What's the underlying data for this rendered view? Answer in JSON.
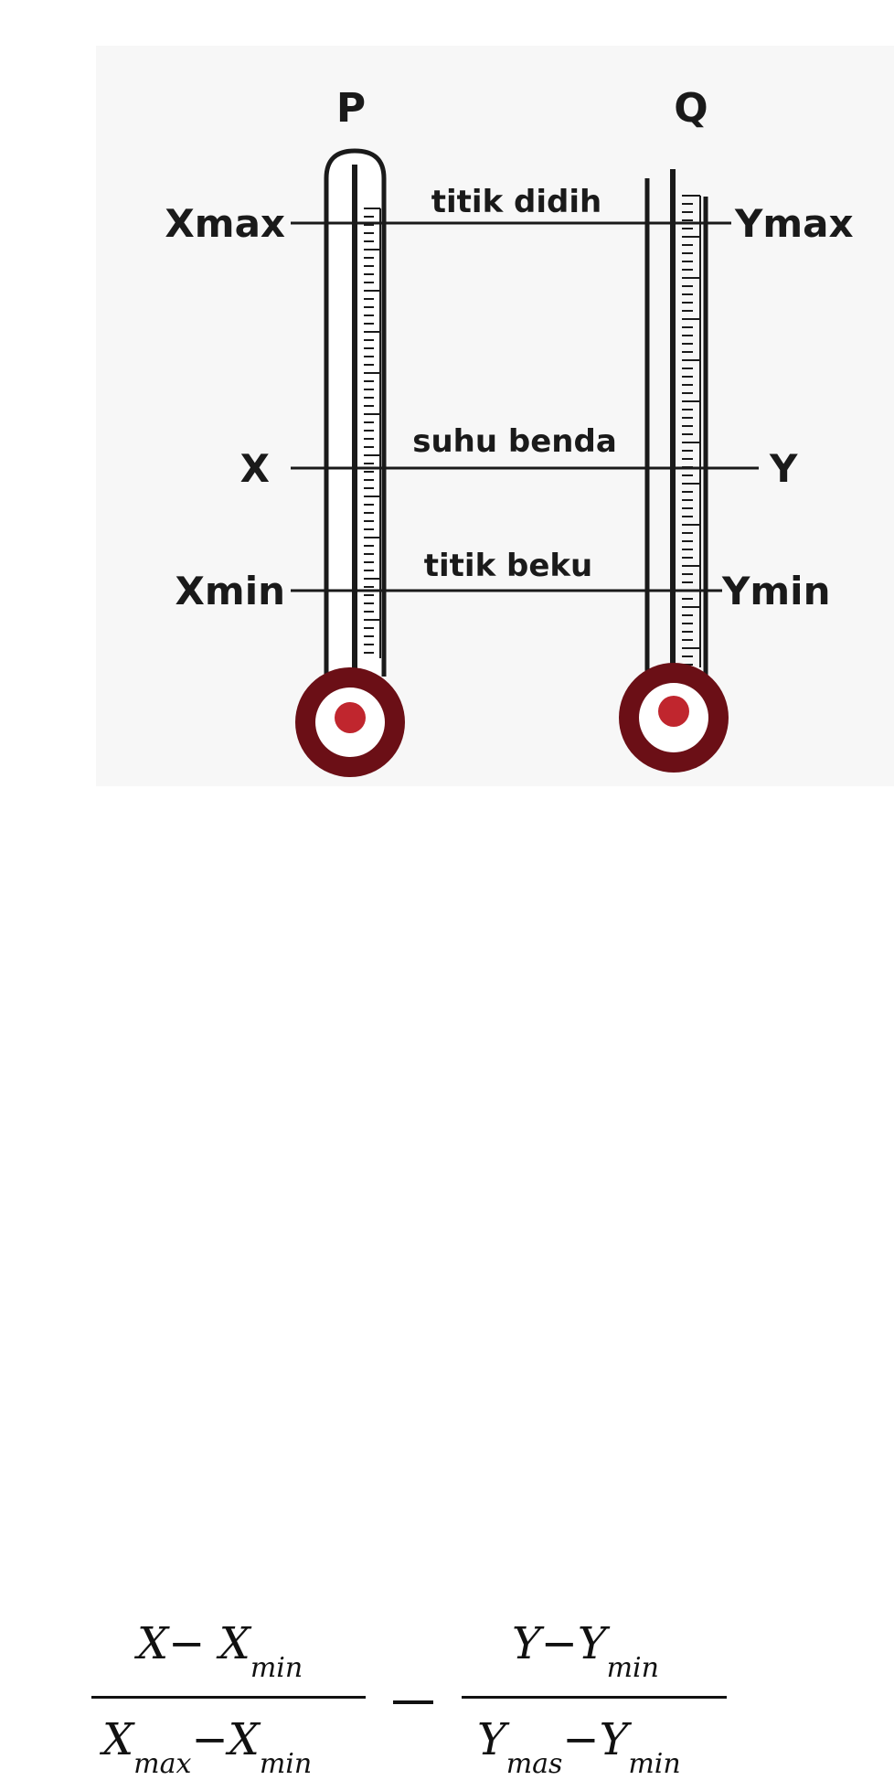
{
  "diagram": {
    "labels": {
      "thermo_p": "P",
      "thermo_q": "Q",
      "xmax": "Xmax",
      "x": "X",
      "xmin": "Xmin",
      "ymax": "Ymax",
      "y": "Y",
      "ymin": "Ymin",
      "boiling": "titik didih",
      "object_temp": "suhu benda",
      "freezing": "titik beku"
    },
    "colors": {
      "ink": "#1a1a1a",
      "bulb_ring": "#6b0f16",
      "bulb_core": "#c0262e",
      "background_panel": "#f7f7f7"
    }
  },
  "formula": {
    "left_num_a": "X",
    "left_num_op": "− ",
    "left_num_b": "X",
    "left_num_b_sub": "min",
    "left_den_a": "X",
    "left_den_a_sub": "max",
    "left_den_op": "−",
    "left_den_b": "X",
    "left_den_b_sub": "min",
    "right_num_a": "Y",
    "right_num_op": "−",
    "right_num_b": "Y",
    "right_num_b_sub": "min",
    "right_den_a": "Y",
    "right_den_a_sub": "mas",
    "right_den_op": "−",
    "right_den_b": "Y",
    "right_den_b_sub": "min"
  }
}
